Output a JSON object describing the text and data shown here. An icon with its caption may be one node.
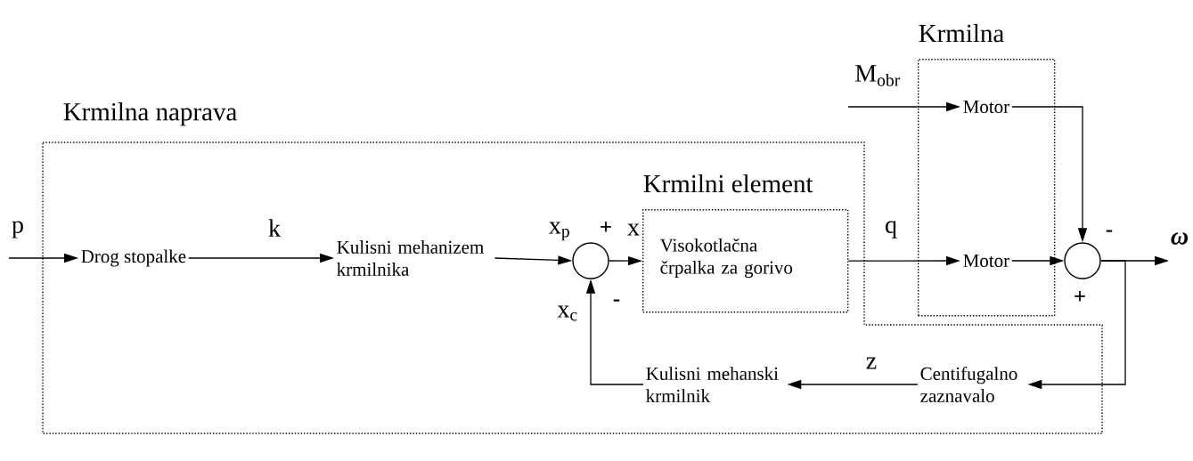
{
  "diagram": {
    "nodes": [
      {
        "text": [
          "Krmilna naprava"
        ]
      },
      {
        "text": [
          "Krmilna"
        ]
      },
      {
        "text": [
          "Krmilni element",
          "Visokotlačna črpalka za gorivo"
        ],
        "in": 0
      },
      {
        "text": [
          "Drog stopalke"
        ],
        "in": 0
      },
      {
        "text": [
          "Kulisni mehanizem krmilnika"
        ],
        "in": 0
      },
      {
        "text": [],
        "shape": "circle",
        "in": 0
      },
      {
        "text": [
          "Motor"
        ],
        "in": 1
      },
      {
        "text": [
          "Motor"
        ],
        "in": 1
      },
      {
        "text": [],
        "shape": "circle"
      },
      {
        "text": [
          "Kulisni mehanski krmilnik"
        ],
        "in": 0
      },
      {
        "text": [
          "Centifugalno zaznavalo"
        ],
        "in": 0
      }
    ],
    "edges": [
      {
        "from": null,
        "to": 3,
        "arrow": "to",
        "label": "p"
      },
      {
        "from": 3,
        "to": 4,
        "arrow": "to",
        "label": "k"
      },
      {
        "from": 4,
        "to": 5,
        "arrow": "to",
        "label": "x$_{p}$"
      },
      {
        "from": 5,
        "to": 2,
        "arrow": "to",
        "label": "x"
      },
      {
        "from": 2,
        "to": 7,
        "arrow": "to",
        "label": "q"
      },
      {
        "from": null,
        "to": 6,
        "arrow": "to",
        "label": "M$_{obr}$"
      },
      {
        "from": 6,
        "to": 8,
        "arrow": "to"
      },
      {
        "from": 7,
        "to": 8,
        "arrow": "to"
      },
      {
        "from": 8,
        "to": null,
        "arrow": "to",
        "label": "ω"
      },
      {
        "from": 8,
        "to": 10,
        "arrow": "to"
      },
      {
        "from": 10,
        "to": 9,
        "arrow": "to",
        "label": "z"
      },
      {
        "from": 9,
        "to": 5,
        "arrow": "to",
        "label": "x$_{c}$"
      }
    ],
    "labels": [
      "+",
      "-",
      "-",
      "+"
    ]
  }
}
